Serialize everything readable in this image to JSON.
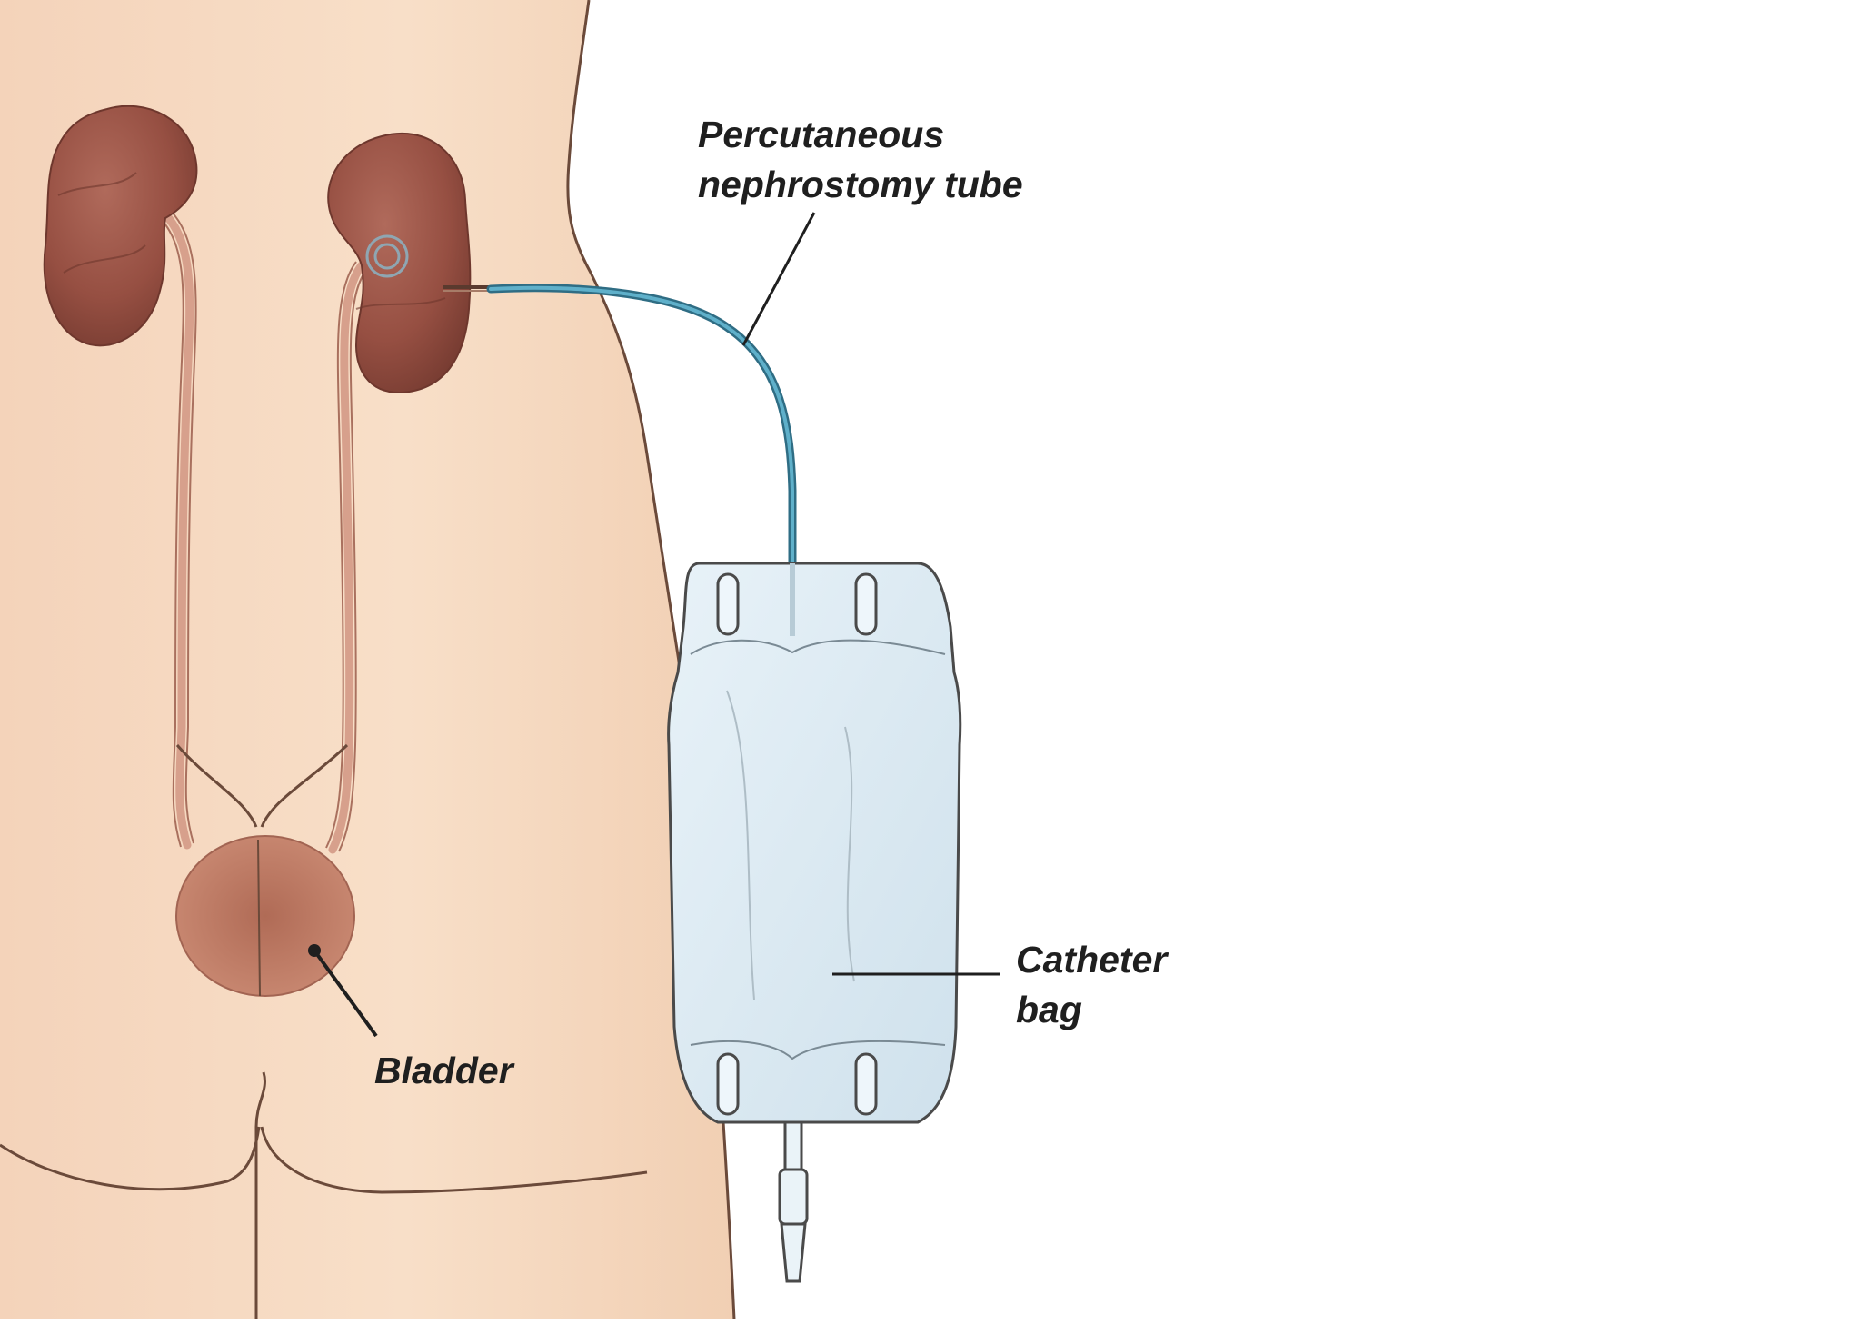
{
  "labels": {
    "tube_line1": "Percutaneous",
    "tube_line2": "nephrostomy tube",
    "bag_line1": "Catheter",
    "bag_line2": "bag",
    "bladder": "Bladder"
  },
  "colors": {
    "skin": "#f7dcc4",
    "skin_outline": "#6b4a3a",
    "kidney": "#9b5447",
    "kidney_dark": "#7a3e33",
    "ureter": "#d7a08c",
    "bladder": "#b8715b",
    "tube": "#3b8aa5",
    "bag_fill": "#dbeaf2",
    "bag_outline": "#4a4a4a",
    "leader": "#1f1f1f"
  }
}
